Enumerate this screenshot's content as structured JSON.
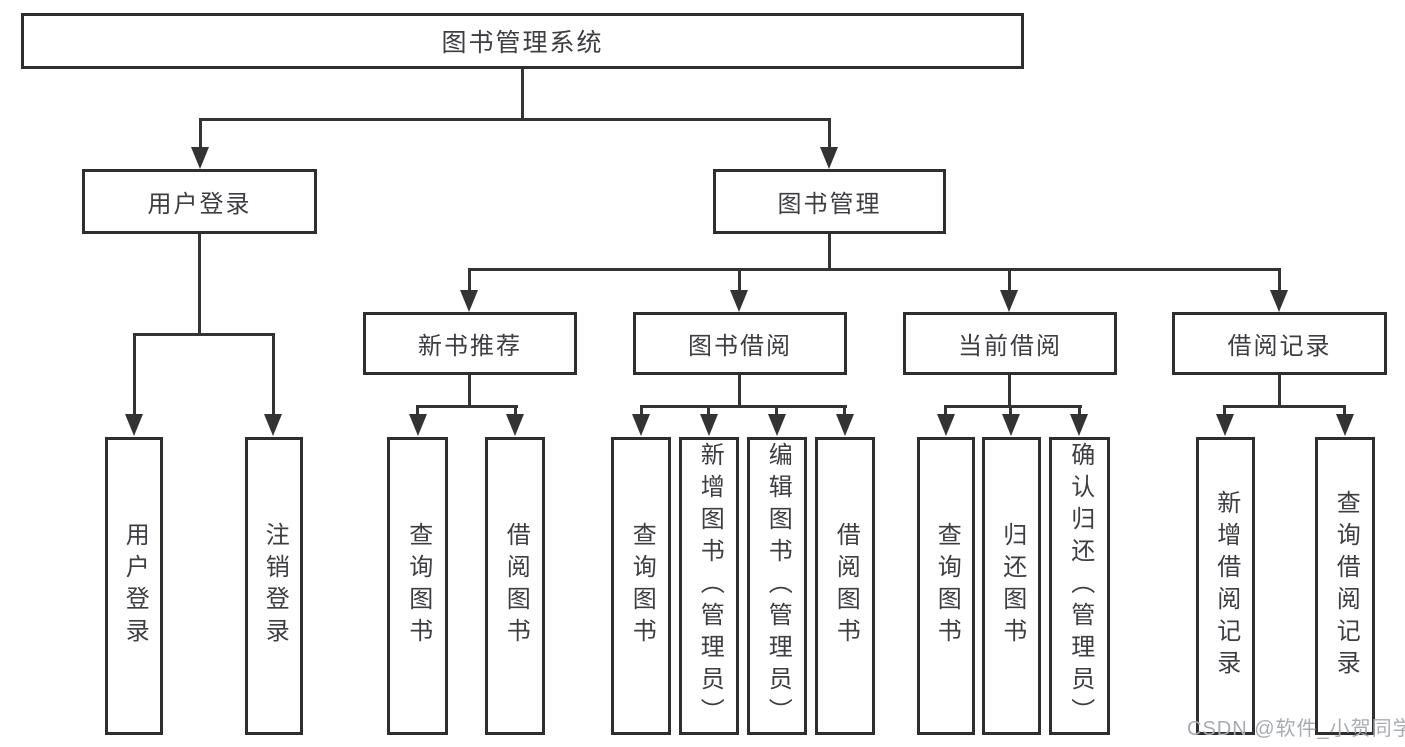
{
  "diagram": {
    "title": "图书管理系统",
    "type": "function-structure-tree",
    "colors": {
      "background": "#ffffff",
      "line": "#333333",
      "box_border": "#2e2e2e",
      "box_fill": "#ffffff",
      "text": "#3d3d42",
      "watermark": "#a8abb0"
    },
    "nodes": {
      "root": {
        "label": "图书管理系统"
      },
      "user_login": {
        "label": "用户登录"
      },
      "book_mgmt": {
        "label": "图书管理"
      },
      "new_book_rec": {
        "label": "新书推荐"
      },
      "book_borrow": {
        "label": "图书借阅"
      },
      "current_borrow": {
        "label": "当前借阅"
      },
      "borrow_record": {
        "label": "借阅记录"
      },
      "uf_login": {
        "label": "用户登录"
      },
      "uf_logout": {
        "label": "注销登录"
      },
      "nb_query": {
        "label": "查询图书"
      },
      "nb_borrow": {
        "label": "借阅图书"
      },
      "bb_query": {
        "label": "查询图书"
      },
      "bb_add": {
        "label": "新增图书（管理员）"
      },
      "bb_edit": {
        "label": "编辑图书（管理员）"
      },
      "bb_borrow": {
        "label": "借阅图书"
      },
      "cb_query": {
        "label": "查询图书"
      },
      "cb_return": {
        "label": "归还图书"
      },
      "cb_confirm": {
        "label": "确认归还（管理员）"
      },
      "br_add": {
        "label": "新增借阅记录"
      },
      "br_query": {
        "label": "查询借阅记录"
      }
    },
    "structure": {
      "root": "图书管理系统",
      "children": [
        {
          "label": "用户登录",
          "children": [
            "用户登录",
            "注销登录"
          ]
        },
        {
          "label": "图书管理",
          "children": [
            {
              "label": "新书推荐",
              "children": [
                "查询图书",
                "借阅图书"
              ]
            },
            {
              "label": "图书借阅",
              "children": [
                "查询图书",
                "新增图书（管理员）",
                "编辑图书（管理员）",
                "借阅图书"
              ]
            },
            {
              "label": "当前借阅",
              "children": [
                "查询图书",
                "归还图书",
                "确认归还（管理员）"
              ]
            },
            {
              "label": "借阅记录",
              "children": [
                "新增借阅记录",
                "查询借阅记录"
              ]
            }
          ]
        }
      ]
    },
    "watermark": "CSDN @软件_小贺同学"
  }
}
